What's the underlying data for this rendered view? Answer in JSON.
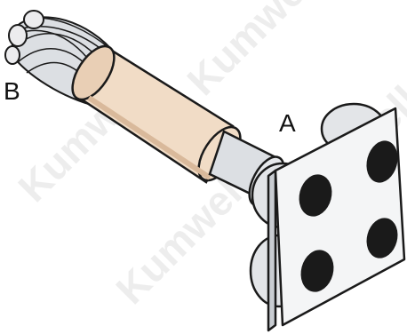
{
  "labels": {
    "cable_end": "B",
    "connection_point": "A"
  },
  "watermark": {
    "text": "Kumwell"
  },
  "colors": {
    "sleeve": "#f1dcc6",
    "sleeve_shadow": "#d9b99b",
    "metal": "#dcdfe3",
    "metal_shadow": "#b9bec4",
    "plate": "#f4f5f6",
    "holes": "#1a1a1a",
    "outline": "#1a1a1a"
  },
  "plate": {
    "hole_count": 4
  }
}
